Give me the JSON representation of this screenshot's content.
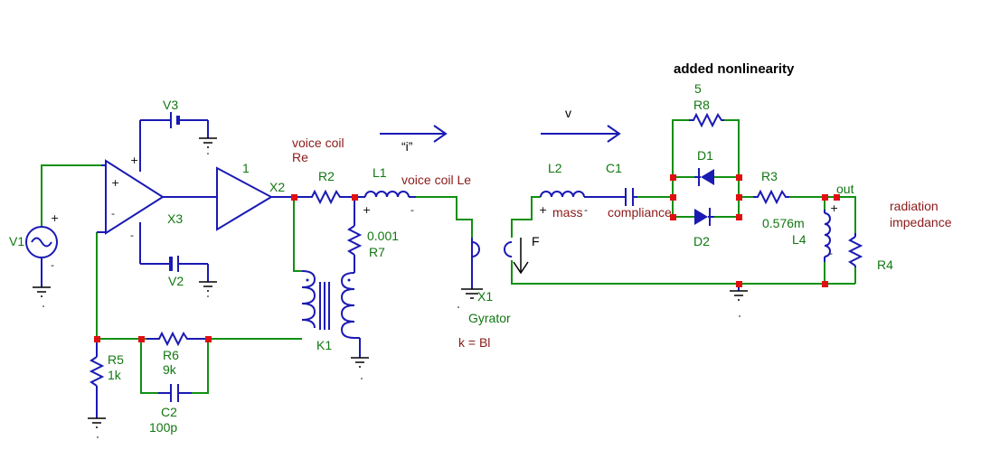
{
  "title": "added nonlinearity",
  "labels": {
    "v1": "V1",
    "v2": "V2",
    "v3": "V3",
    "x2": "X2",
    "x2_gain": "1",
    "x3": "X3",
    "r5": "R5",
    "r5_val": "1k",
    "r6": "R6",
    "r6_val": "9k",
    "c2": "C2",
    "c2_val": "100p",
    "k1": "K1",
    "r2": "R2",
    "l1": "L1",
    "r7_val": "0.001",
    "r7": "R7",
    "voice_coil": "voice coil",
    "re": "Re",
    "voice_coil_le": "voice coil Le",
    "current_i": "“i”",
    "v_label": "v",
    "f_label": "F",
    "x1": "X1",
    "gyrator": "Gyrator",
    "k_bl": "k = Bl",
    "l2": "L2",
    "mass": "mass",
    "c1": "C1",
    "compliance": "compliance",
    "r8_val": "5",
    "r8": "R8",
    "d1": "D1",
    "d2": "D2",
    "r3": "R3",
    "l4_val": "0.576m",
    "l4": "L4",
    "out": "out",
    "radiation": "radiation",
    "impedance": "impedance",
    "r4": "R4"
  },
  "colors": {
    "wire": "#1a1ab4",
    "net": "#119011",
    "text_green": "#117711",
    "text_red": "#8b1a1a",
    "junction": "#e01010"
  }
}
